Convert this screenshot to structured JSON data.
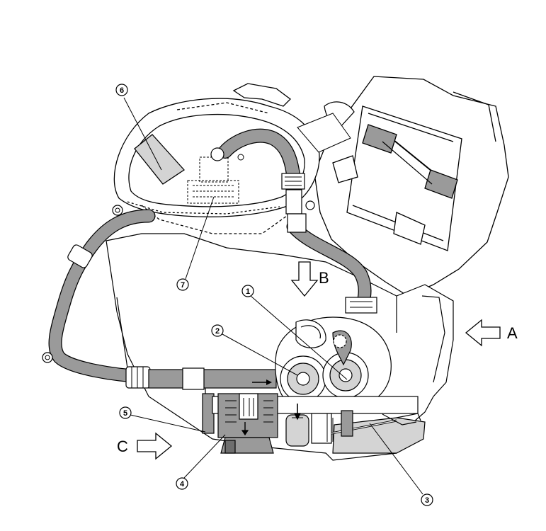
{
  "callouts": [
    {
      "id": "1",
      "label": "1"
    },
    {
      "id": "2",
      "label": "2"
    },
    {
      "id": "3",
      "label": "3"
    },
    {
      "id": "4",
      "label": "4"
    },
    {
      "id": "5",
      "label": "5"
    },
    {
      "id": "6",
      "label": "6"
    },
    {
      "id": "7",
      "label": "7"
    }
  ],
  "view_arrows": [
    {
      "id": "A",
      "label": "A",
      "direction": "left"
    },
    {
      "id": "B",
      "label": "B",
      "direction": "down"
    },
    {
      "id": "C",
      "label": "C",
      "direction": "right"
    }
  ],
  "colors": {
    "line": "#000000",
    "hose_fill": "#9a9a9a",
    "dark_fill": "#6e6e6e",
    "light_fill": "#d4d4d4",
    "background": "#ffffff"
  }
}
